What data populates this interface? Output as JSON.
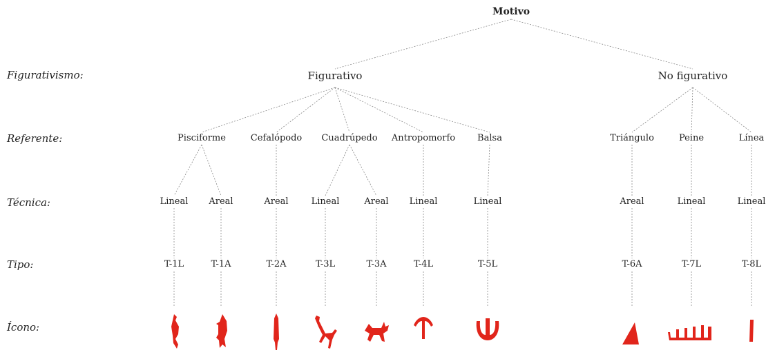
{
  "root": "Motivo",
  "levels": {
    "figurativismo": "Figurativismo:",
    "referente": "Referente:",
    "tecnica": "Técnica:",
    "tipo": "Tipo:",
    "icono": "Ícono:"
  },
  "figurativismo": {
    "figurativo": "Figurativo",
    "no_figurativo": "No figurativo"
  },
  "referente": {
    "pisciforme": "Pisciforme",
    "cefalopodo": "Cefalópodo",
    "cuadrupedo": "Cuadrúpedo",
    "antropomorfo": "Antropomorfo",
    "balsa": "Balsa",
    "triangulo": "Triángulo",
    "peine": "Peine",
    "linea": "Línea"
  },
  "tecnica": [
    "Lineal",
    "Areal",
    "Areal",
    "Lineal",
    "Areal",
    "Lineal",
    "Lineal",
    "Areal",
    "Lineal",
    "Lineal"
  ],
  "tipo": [
    "T-1L",
    "T-1A",
    "T-2A",
    "T-3L",
    "T-3A",
    "T-4L",
    "T-5L",
    "T-6A",
    "T-7L",
    "T-8L"
  ],
  "icons": [
    "fish-vertical-icon",
    "fish-areal-icon",
    "cephalopod-icon",
    "quadruped-linear-icon",
    "quadruped-areal-icon",
    "anthropomorph-icon",
    "raft-icon",
    "triangle-icon",
    "comb-icon",
    "line-icon"
  ],
  "colors": {
    "icon": "#e1251b",
    "line": "#888888"
  }
}
